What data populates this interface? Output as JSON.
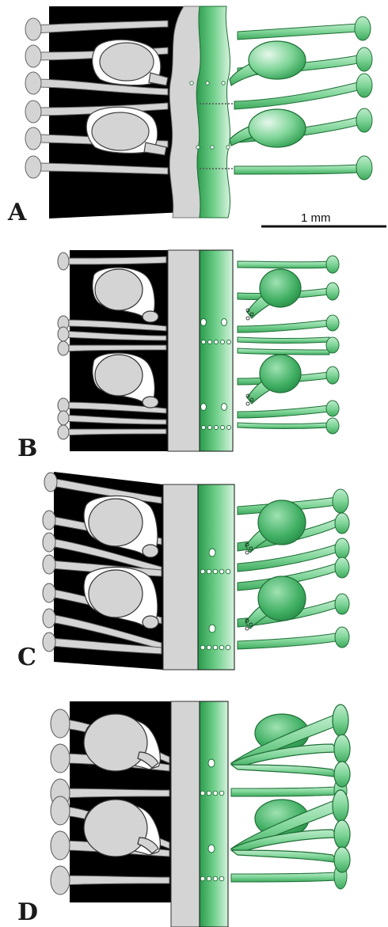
{
  "figure": {
    "panels": [
      {
        "label": "A"
      },
      {
        "label": "B"
      },
      {
        "label": "C"
      },
      {
        "label": "D"
      }
    ],
    "scale_bar": {
      "text": "1 mm"
    },
    "colors": {
      "background_block": "#000000",
      "gray_structure": "#d4d4d4",
      "gray_outline": "#5a5a5a",
      "green_light": "#cfeed8",
      "green_mid": "#72cf8d",
      "green_dark": "#2a9a4c",
      "green_outline": "#1f6f37"
    }
  }
}
